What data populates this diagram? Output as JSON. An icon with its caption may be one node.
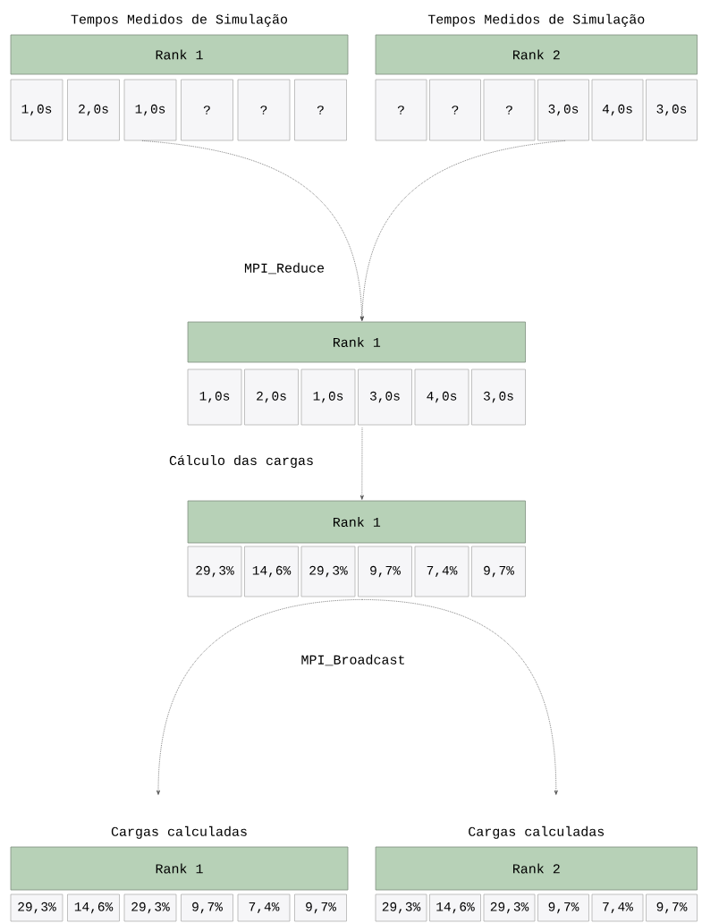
{
  "diagram": {
    "nodes": [
      {
        "text": [
          "Tempos Medidos de Simulação",
          "Rank 1"
        ]
      },
      {
        "text": [
          "1,0s"
        ]
      },
      {
        "text": [
          "2,0s"
        ]
      },
      {
        "text": [
          "1,0s"
        ]
      },
      {
        "text": [
          "?"
        ]
      },
      {
        "text": [
          "?"
        ]
      },
      {
        "text": [
          "?"
        ]
      },
      {
        "text": [
          "Tempos Medidos de Simulação",
          "Rank 2"
        ]
      },
      {
        "text": [
          "?"
        ]
      },
      {
        "text": [
          "?"
        ]
      },
      {
        "text": [
          "?"
        ]
      },
      {
        "text": [
          "3,0s"
        ]
      },
      {
        "text": [
          "4,0s"
        ]
      },
      {
        "text": [
          "3,0s"
        ]
      },
      {
        "text": [
          "Rank 1"
        ]
      },
      {
        "text": [
          "1,0s"
        ]
      },
      {
        "text": [
          "2,0s"
        ]
      },
      {
        "text": [
          "1,0s"
        ]
      },
      {
        "text": [
          "3,0s"
        ]
      },
      {
        "text": [
          "4,0s"
        ]
      },
      {
        "text": [
          "3,0s"
        ]
      },
      {
        "text": [
          "Rank 1"
        ]
      },
      {
        "text": [
          "29,3%"
        ]
      },
      {
        "text": [
          "14,6%"
        ]
      },
      {
        "text": [
          "29,3%"
        ]
      },
      {
        "text": [
          "9,7%"
        ]
      },
      {
        "text": [
          "7,4%"
        ]
      },
      {
        "text": [
          "9,7%"
        ]
      },
      {
        "text": [
          "Cargas calculadas",
          "Rank 1"
        ]
      },
      {
        "text": [
          "29,3%"
        ]
      },
      {
        "text": [
          "14,6%"
        ]
      },
      {
        "text": [
          "29,3%"
        ]
      },
      {
        "text": [
          "9,7%"
        ]
      },
      {
        "text": [
          "7,4%"
        ]
      },
      {
        "text": [
          "9,7%"
        ]
      },
      {
        "text": [
          "Cargas calculadas",
          "Rank 2"
        ]
      },
      {
        "text": [
          "29,3%"
        ]
      },
      {
        "text": [
          "14,6%"
        ]
      },
      {
        "text": [
          "29,3%"
        ]
      },
      {
        "text": [
          "9,7%"
        ]
      },
      {
        "text": [
          "7,4%"
        ]
      },
      {
        "text": [
          "9,7%"
        ]
      }
    ],
    "edges": [
      {
        "from": 3,
        "to": 14,
        "arrow": "to",
        "style": "dashed",
        "label": "MPI_Reduce"
      },
      {
        "from": 11,
        "to": 14,
        "arrow": "to",
        "style": "dashed"
      },
      {
        "from": 18,
        "to": 21,
        "arrow": "to",
        "style": "dashed",
        "label": "Cálculo das cargas"
      },
      {
        "from": 25,
        "to": 28,
        "arrow": "to",
        "style": "dashed",
        "label": "MPI_Broadcast"
      },
      {
        "from": 25,
        "to": 35,
        "arrow": "to",
        "style": "dashed"
      }
    ]
  }
}
